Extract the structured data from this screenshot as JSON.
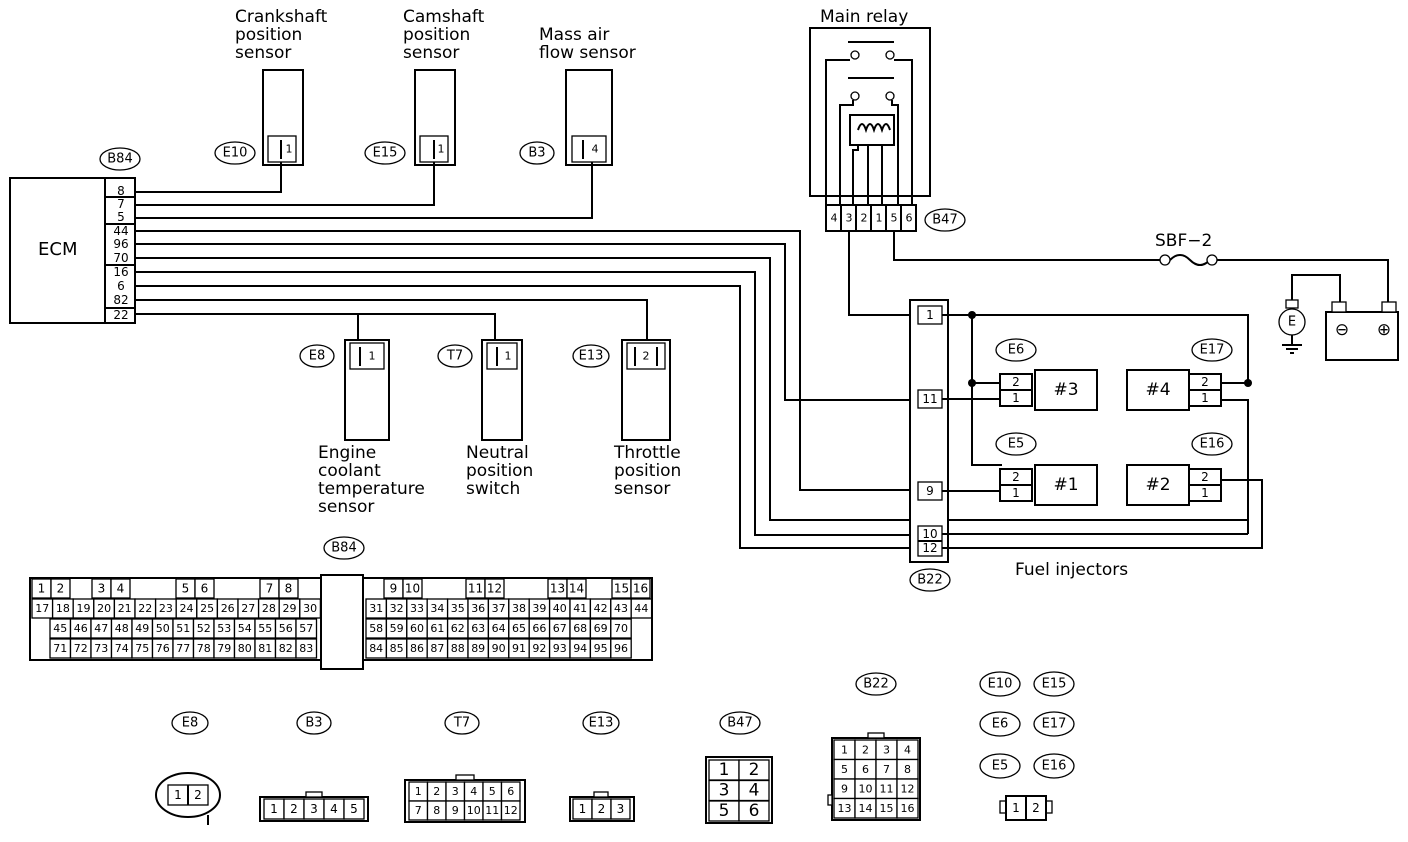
{
  "labels": {
    "crankshaft": [
      "Crankshaft",
      "position",
      "sensor"
    ],
    "camshaft": [
      "Camshaft",
      "position",
      "sensor"
    ],
    "maf": [
      "Mass air",
      "flow sensor"
    ],
    "main_relay": "Main relay",
    "ecm": "ECM",
    "sbf": "SBF−2",
    "coolant": [
      "Engine",
      "coolant",
      "temperature",
      "sensor"
    ],
    "neutral": [
      "Neutral",
      "position",
      "switch"
    ],
    "throttle": [
      "Throttle",
      "position",
      "sensor"
    ],
    "fuel_injectors": "Fuel injectors"
  },
  "connector_tags": {
    "b84": "B84",
    "e10": "E10",
    "e15": "E15",
    "b3": "B3",
    "b47": "B47",
    "e8": "E8",
    "t7": "T7",
    "e13": "E13",
    "b22": "B22",
    "e6": "E6",
    "e17": "E17",
    "e5": "E5",
    "e16": "E16"
  },
  "ecm_pins": [
    "8",
    "7",
    "5",
    "44",
    "96",
    "70",
    "16",
    "6",
    "82",
    "22"
  ],
  "sensor_pins": {
    "e10": "1",
    "e15": "1",
    "b3": "4",
    "e8": "1",
    "t7": "1",
    "e13": "2"
  },
  "relay_pins": [
    "4",
    "3",
    "2",
    "1",
    "5",
    "6"
  ],
  "b22_pins": [
    "1",
    "11",
    "9",
    "10",
    "12"
  ],
  "injectors": [
    {
      "tag": "E6",
      "name": "#3",
      "pins": [
        "2",
        "1"
      ]
    },
    {
      "tag": "E17",
      "name": "#4",
      "pins": [
        "2",
        "1"
      ]
    },
    {
      "tag": "E5",
      "name": "#1",
      "pins": [
        "2",
        "1"
      ]
    },
    {
      "tag": "E16",
      "name": "#2",
      "pins": [
        "2",
        "1"
      ]
    }
  ],
  "battery": {
    "ground": "E",
    "minus": "⊖",
    "plus": "⊕"
  },
  "b84_layout": {
    "row1": [
      "1",
      "2",
      "3",
      "4",
      "5",
      "6",
      "7",
      "8",
      "9",
      "10",
      "11",
      "12",
      "13",
      "14",
      "15",
      "16"
    ],
    "row2": [
      "17",
      "18",
      "19",
      "20",
      "21",
      "22",
      "23",
      "24",
      "25",
      "26",
      "27",
      "28",
      "29",
      "30",
      "31",
      "32",
      "33",
      "34",
      "35",
      "36",
      "37",
      "38",
      "39",
      "40",
      "41",
      "42",
      "43",
      "44"
    ],
    "row3": [
      "45",
      "46",
      "47",
      "48",
      "49",
      "50",
      "51",
      "52",
      "53",
      "54",
      "55",
      "56",
      "57",
      "58",
      "59",
      "60",
      "61",
      "62",
      "63",
      "64",
      "65",
      "66",
      "67",
      "68",
      "69",
      "70"
    ],
    "row4": [
      "71",
      "72",
      "73",
      "74",
      "75",
      "76",
      "77",
      "78",
      "79",
      "80",
      "81",
      "82",
      "83",
      "84",
      "85",
      "86",
      "87",
      "88",
      "89",
      "90",
      "91",
      "92",
      "93",
      "94",
      "95",
      "96"
    ]
  },
  "connector_faces": {
    "e8": [
      "1",
      "2"
    ],
    "b3": [
      "1",
      "2",
      "3",
      "4",
      "5"
    ],
    "t7": [
      [
        "1",
        "2",
        "3",
        "4",
        "5",
        "6"
      ],
      [
        "7",
        "8",
        "9",
        "10",
        "11",
        "12"
      ]
    ],
    "e13": [
      "1",
      "2",
      "3"
    ],
    "b47": [
      [
        "1",
        "2"
      ],
      [
        "3",
        "4"
      ],
      [
        "5",
        "6"
      ]
    ],
    "b22": [
      [
        "1",
        "2",
        "3",
        "4"
      ],
      [
        "5",
        "6",
        "7",
        "8"
      ],
      [
        "9",
        "10",
        "11",
        "12"
      ],
      [
        "13",
        "14",
        "15",
        "16"
      ]
    ],
    "two_pin": [
      "1",
      "2"
    ]
  },
  "legend_tags": [
    "E10",
    "E15",
    "E6",
    "E17",
    "E5",
    "E16"
  ]
}
